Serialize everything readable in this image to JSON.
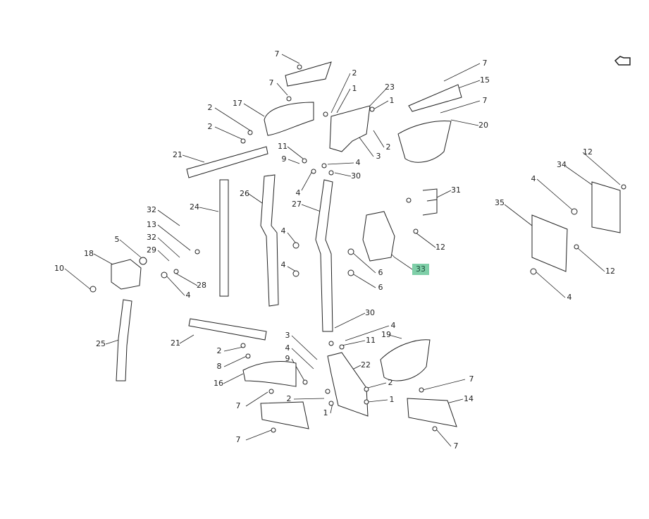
{
  "diagram": {
    "title": "",
    "highlighted_part": "33",
    "highlight_color": "#7fcfa8"
  },
  "toolbar": {
    "back_icon": "back-hand-icon"
  },
  "callouts": [
    "7",
    "7",
    "2",
    "1",
    "23",
    "17",
    "2",
    "2",
    "1",
    "2",
    "3",
    "7",
    "15",
    "7",
    "20",
    "21",
    "11",
    "9",
    "4",
    "30",
    "4",
    "26",
    "27",
    "24",
    "31",
    "12",
    "34",
    "4",
    "35",
    "12",
    "12",
    "4",
    "32",
    "13",
    "32",
    "29",
    "5",
    "18",
    "10",
    "28",
    "4",
    "4",
    "4",
    "6",
    "6",
    "33",
    "25",
    "21",
    "30",
    "4",
    "11",
    "3",
    "4",
    "9",
    "19",
    "2",
    "8",
    "22",
    "16",
    "2",
    "2",
    "1",
    "1",
    "7",
    "14",
    "7",
    "7",
    "7"
  ]
}
